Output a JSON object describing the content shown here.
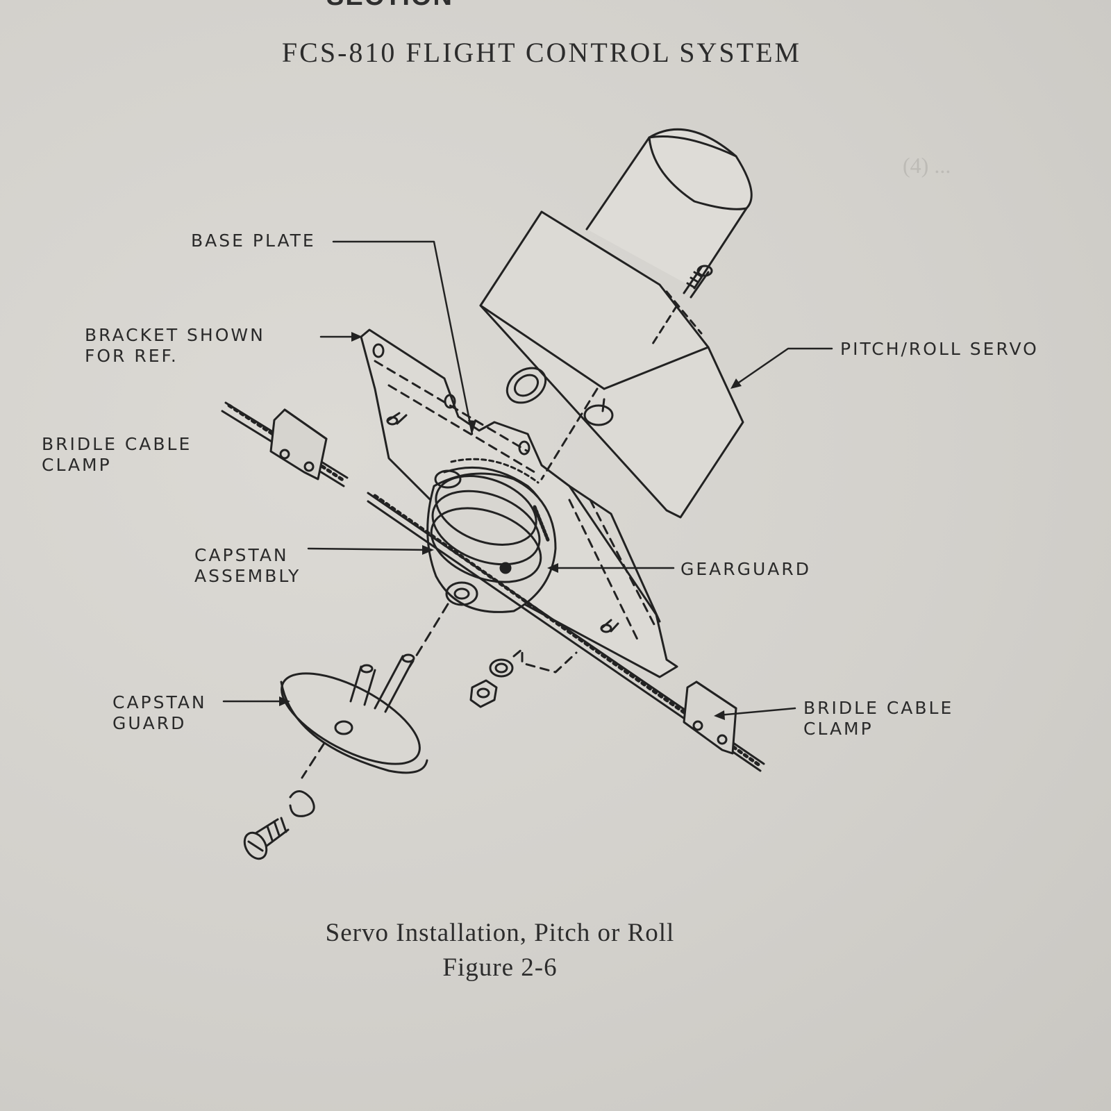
{
  "page": {
    "cut_header": "SECTION",
    "title": "FCS-810 FLIGHT CONTROL SYSTEM"
  },
  "labels": {
    "base_plate": "BASE PLATE",
    "bracket_line1": "BRACKET SHOWN",
    "bracket_line2": "FOR REF.",
    "bridle_left_line1": "BRIDLE CABLE",
    "bridle_left_line2": "CLAMP",
    "capstan_assembly_line1": "CAPSTAN",
    "capstan_assembly_line2": "ASSEMBLY",
    "capstan_guard_line1": "CAPSTAN",
    "capstan_guard_line2": "GUARD",
    "pitch_roll_servo": "PITCH/ROLL SERVO",
    "gearguard": "GEARGUARD",
    "bridle_right_line1": "BRIDLE CABLE",
    "bridle_right_line2": "CLAMP"
  },
  "caption": {
    "line1": "Servo Installation,  Pitch or Roll",
    "line2": "Figure 2-6"
  },
  "colors": {
    "paper": "#d6d4cf",
    "ink": "#2a2a2a",
    "bleed_through": "#bdbbb6"
  }
}
